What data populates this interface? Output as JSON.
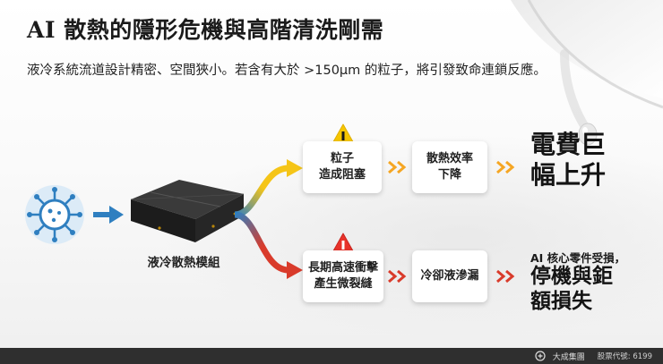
{
  "title": "AI 散熱的隱形危機與高階清洗剛需",
  "subtitle": "液冷系統流道設計精密、空間狹小。若含有大於 >150μm 的粒子，將引發致命連鎖反應。",
  "module_label": "液冷散熱模組",
  "top_path": {
    "step1": "粒子\n造成阻塞",
    "step2": "散熱效率\n下降",
    "result": "電費巨\n幅上升"
  },
  "bottom_path": {
    "step1": "長期高速衝擊\n產生微裂縫",
    "step2": "冷卻液滲漏",
    "result_note": "AI 核心零件受損，",
    "result": "停機與鉅\n額損失"
  },
  "footer": {
    "brand": "大成集團",
    "stock": "股票代號: 6199"
  },
  "colors": {
    "blue_arrow": "#2f7fc0",
    "yellow": "#f5c518",
    "red": "#d93b2b",
    "warning_red": "#e8322a",
    "warning_yellow": "#f7c600"
  }
}
